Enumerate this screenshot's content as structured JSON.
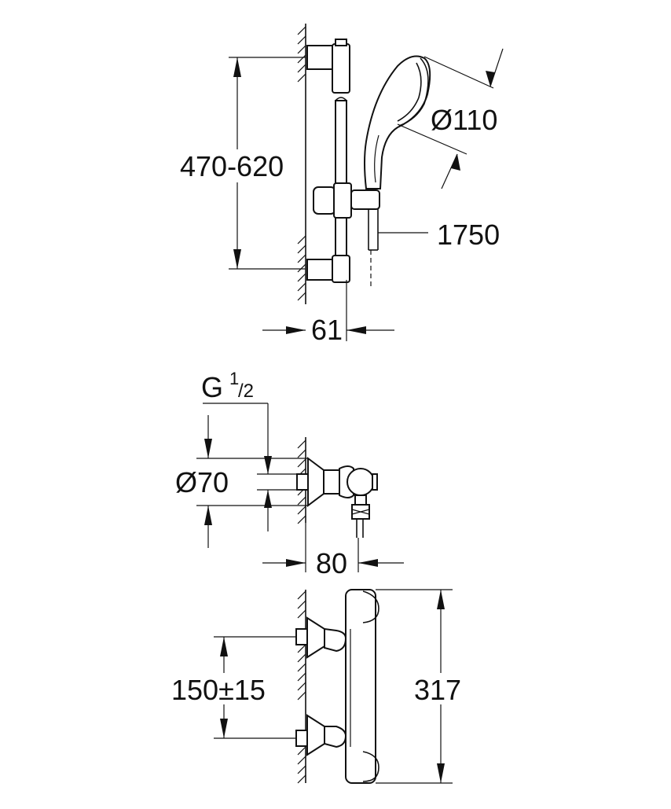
{
  "diagram": {
    "shower_set": {
      "height_range_label": "470-620",
      "head_diameter_label": "Ø110",
      "hose_length_label": "1750",
      "projection_label": "61"
    },
    "thermostat_side": {
      "thread_label_main": "G",
      "thread_label_sup": "1",
      "thread_label_sub": "/2",
      "flange_diameter_label": "Ø70",
      "projection_label": "80"
    },
    "thermostat_front": {
      "centres_label": "150±15",
      "height_label": "317"
    }
  }
}
